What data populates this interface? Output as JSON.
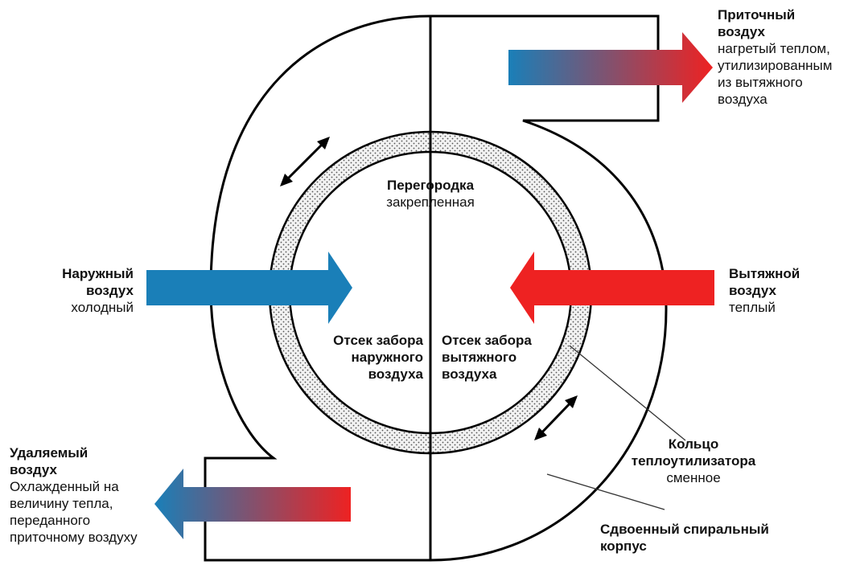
{
  "labels": {
    "supply_air": {
      "title_line1": "Приточный",
      "title_line2": "воздух",
      "desc_line1": "нагретый теплом,",
      "desc_line2": "утилизированным",
      "desc_line3": "из вытяжного",
      "desc_line4": "воздуха"
    },
    "partition": {
      "title": "Перегородка",
      "subtitle": "закрепленная"
    },
    "outdoor_air": {
      "title_line1": "Наружный",
      "title_line2": "воздух",
      "desc": "холодный"
    },
    "exhaust_air": {
      "title_line1": "Вытяжной",
      "title_line2": "воздух",
      "desc": "теплый"
    },
    "outdoor_compartment": {
      "line1": "Отсек забора",
      "line2": "наружного",
      "line3": "воздуха"
    },
    "exhaust_compartment": {
      "line1": "Отсек забора",
      "line2": "вытяжного",
      "line3": "воздуха"
    },
    "ring": {
      "title_line1": "Кольцо",
      "title_line2": "теплоутилизатора",
      "desc": "сменное"
    },
    "casing": {
      "title_line1": "Сдвоенный спиральный",
      "title_line2": "корпус"
    },
    "removed_air": {
      "title_line1": "Удаляемый",
      "title_line2": "воздух",
      "desc_line1": "Охлажденный на",
      "desc_line2": "величину тепла,",
      "desc_line3": "переданного",
      "desc_line4": "приточному воздуху"
    }
  },
  "colors": {
    "cold": "#1a7fb8",
    "hot": "#ee2222",
    "outline": "#000000",
    "ring_fill": "#e8e8e8"
  }
}
